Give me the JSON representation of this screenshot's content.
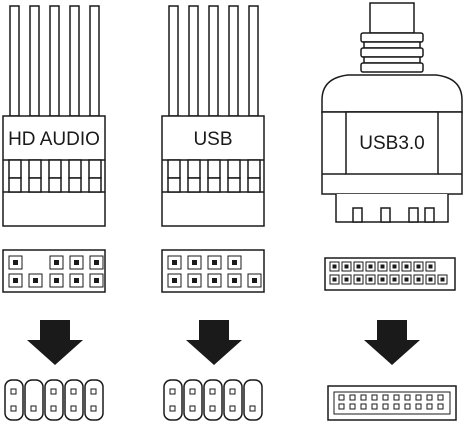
{
  "connectors": [
    {
      "id": "hd-audio",
      "label": "HD AUDIO"
    },
    {
      "id": "usb",
      "label": "USB"
    },
    {
      "id": "usb3",
      "label": "USB3.0"
    }
  ],
  "colors": {
    "stroke": "#1a1a1a",
    "fill": "#ffffff",
    "arrow": "#1a1a1a"
  }
}
